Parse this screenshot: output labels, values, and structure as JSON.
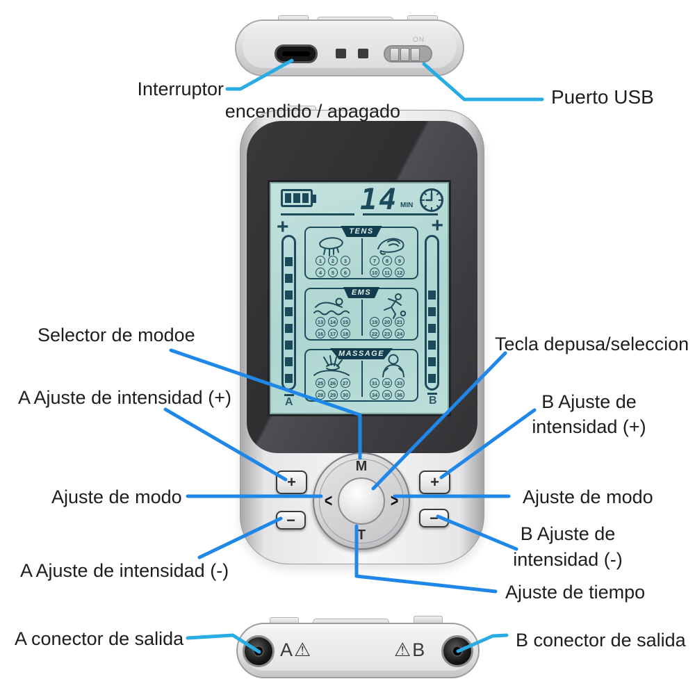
{
  "annotations": {
    "interruptor_line1": "Interruptor",
    "interruptor_line2": "encendido / apagado",
    "puerto_usb": "Puerto USB",
    "selector_modo": "Selector de modoe",
    "a_intensidad_mas": "A Ajuste de intensidad (+)",
    "ajuste_modo_izq": "Ajuste de modo",
    "a_intensidad_menos": "A Ajuste de intensidad (-)",
    "tecla_pausa": "Tecla depusa/seleccion",
    "b_intensidad_mas_1": "B Ajuste de",
    "b_intensidad_mas_2": "intensidad (+)",
    "ajuste_modo_der": "Ajuste de modo",
    "b_intensidad_menos_1": "B Ajuste de",
    "b_intensidad_menos_2": "intensidad (-)",
    "ajuste_tiempo": "Ajuste de tiempo",
    "a_conector": "A conector de salida",
    "b_conector": "B conector de salida"
  },
  "top_view": {
    "on_label": "ON"
  },
  "lcd": {
    "battery_segments": 3,
    "timer_value": "14",
    "timer_unit": "MIN",
    "channel_a_plus": "+",
    "channel_b_plus": "+",
    "channel_a_label": "A",
    "channel_b_label": "B",
    "channel_a_segments": 8,
    "channel_b_segments": 6,
    "sections": [
      {
        "title": "TENS",
        "left_icon": "scratch-hand-icon",
        "right_icon": "grip-hand-icon",
        "left_numbers": [
          "1",
          "2",
          "3",
          "4",
          "5",
          "6"
        ],
        "right_numbers": [
          "7",
          "8",
          "9",
          "10",
          "11",
          "12"
        ]
      },
      {
        "title": "EMS",
        "left_icon": "swimmer-icon",
        "right_icon": "runner-icon",
        "left_numbers": [
          "13",
          "14",
          "15",
          "16",
          "17",
          "18"
        ],
        "right_numbers": [
          "19",
          "20",
          "21",
          "22",
          "23",
          "24"
        ]
      },
      {
        "title": "MASSAGE",
        "left_icon": "massage-hands-icon",
        "right_icon": "neck-massage-icon",
        "left_numbers": [
          "25",
          "26",
          "27",
          "28",
          "29",
          "30"
        ],
        "right_numbers": [
          "31",
          "32",
          "33",
          "34",
          "35",
          "36"
        ]
      }
    ]
  },
  "controls": {
    "mode_select": "M",
    "time_select": "T",
    "left_arrow": "<",
    "right_arrow": ">",
    "plus": "+",
    "minus": "−"
  },
  "bottom_view": {
    "a_label": "A",
    "b_label": "B",
    "warning_symbol": "⚠"
  },
  "colors": {
    "line_cyan": "#29ace4",
    "line_blue": "#1f87e8",
    "lcd_ink": "#1d4a5a",
    "lcd_bg": "#b7dad6"
  }
}
